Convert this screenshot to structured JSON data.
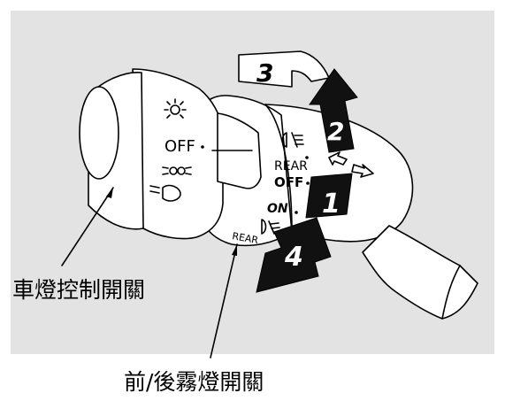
{
  "callouts": {
    "headlight_switch": "車燈控制開關",
    "fog_switch": "前/後霧燈開關"
  },
  "headlight_ring": {
    "off": "OFF",
    "positions": [
      "OFF",
      "parking-lights-icon",
      "headlights-icon"
    ]
  },
  "fog_ring": {
    "rear_top": "REAR",
    "off": "OFF",
    "on": "ON",
    "rear_bottom": "REAR"
  },
  "arrows": {
    "a1": "1",
    "a2": "2",
    "a3": "3",
    "a4": "4"
  },
  "colors": {
    "panel": "#e3e3e3",
    "ink": "#000000",
    "arrow_dark": "#111111"
  }
}
